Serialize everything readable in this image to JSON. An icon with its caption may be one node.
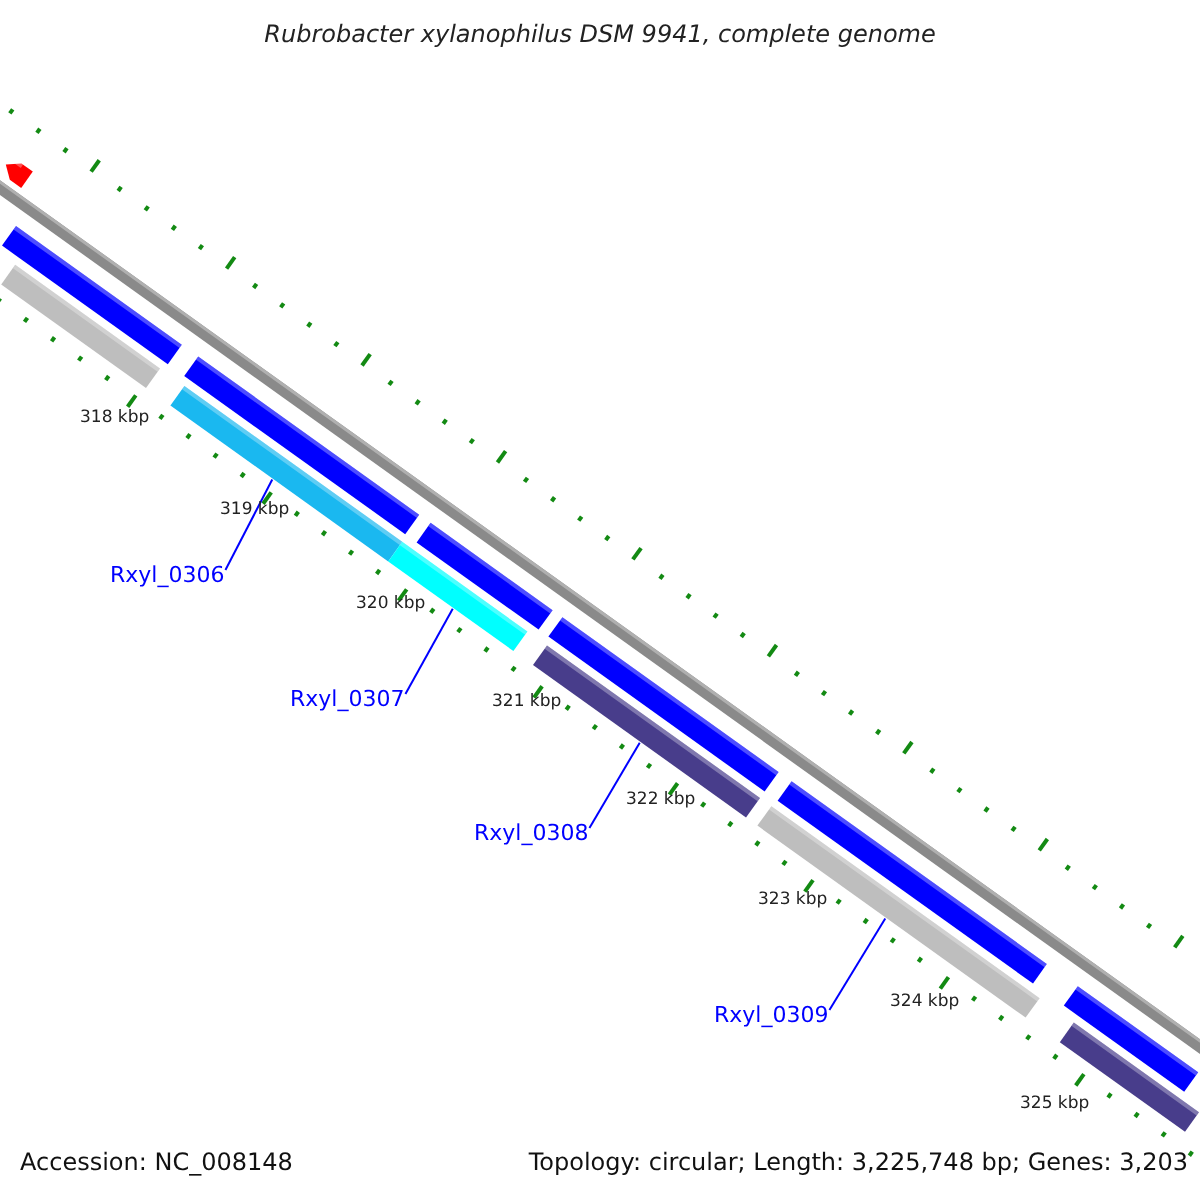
{
  "diagram": {
    "title": "Rubrobacter xylanophilus DSM 9941, complete genome",
    "nodes": [
      {
        "text": [
          "Rxyl_0306"
        ]
      },
      {
        "text": [
          "Rxyl_0307"
        ]
      },
      {
        "text": [
          "Rxyl_0308"
        ]
      },
      {
        "text": [
          "Rxyl_0309"
        ]
      },
      {
        "text": [],
        "shape": "pentagon"
      },
      {
        "text": [],
        "shape": "bar"
      },
      {
        "text": [],
        "shape": "bar"
      },
      {
        "text": [],
        "shape": "bar"
      },
      {
        "text": [],
        "shape": "bar"
      },
      {
        "text": [],
        "shape": "bar"
      },
      {
        "text": [],
        "shape": "bar"
      },
      {
        "text": [],
        "shape": "bar"
      },
      {
        "text": [],
        "shape": "bar"
      },
      {
        "text": [],
        "shape": "bar"
      },
      {
        "text": [],
        "shape": "bar"
      },
      {
        "text": [],
        "shape": "bar"
      },
      {
        "text": [],
        "shape": "bar"
      }
    ],
    "edges": [
      {
        "from": 0,
        "to": 8,
        "arrow": "none"
      },
      {
        "from": 1,
        "to": 9,
        "arrow": "none"
      },
      {
        "from": 2,
        "to": 12,
        "arrow": "none"
      },
      {
        "from": 3,
        "to": 13,
        "arrow": "none"
      }
    ],
    "labels": [
      "318 kbp",
      "319 kbp",
      "320 kbp",
      "321 kbp",
      "322 kbp",
      "323 kbp",
      "324 kbp",
      "325 kbp",
      "Accession: NC_008148",
      "Topology: circular; Length: 3,225,748 bp; Genes: 3,203"
    ]
  }
}
